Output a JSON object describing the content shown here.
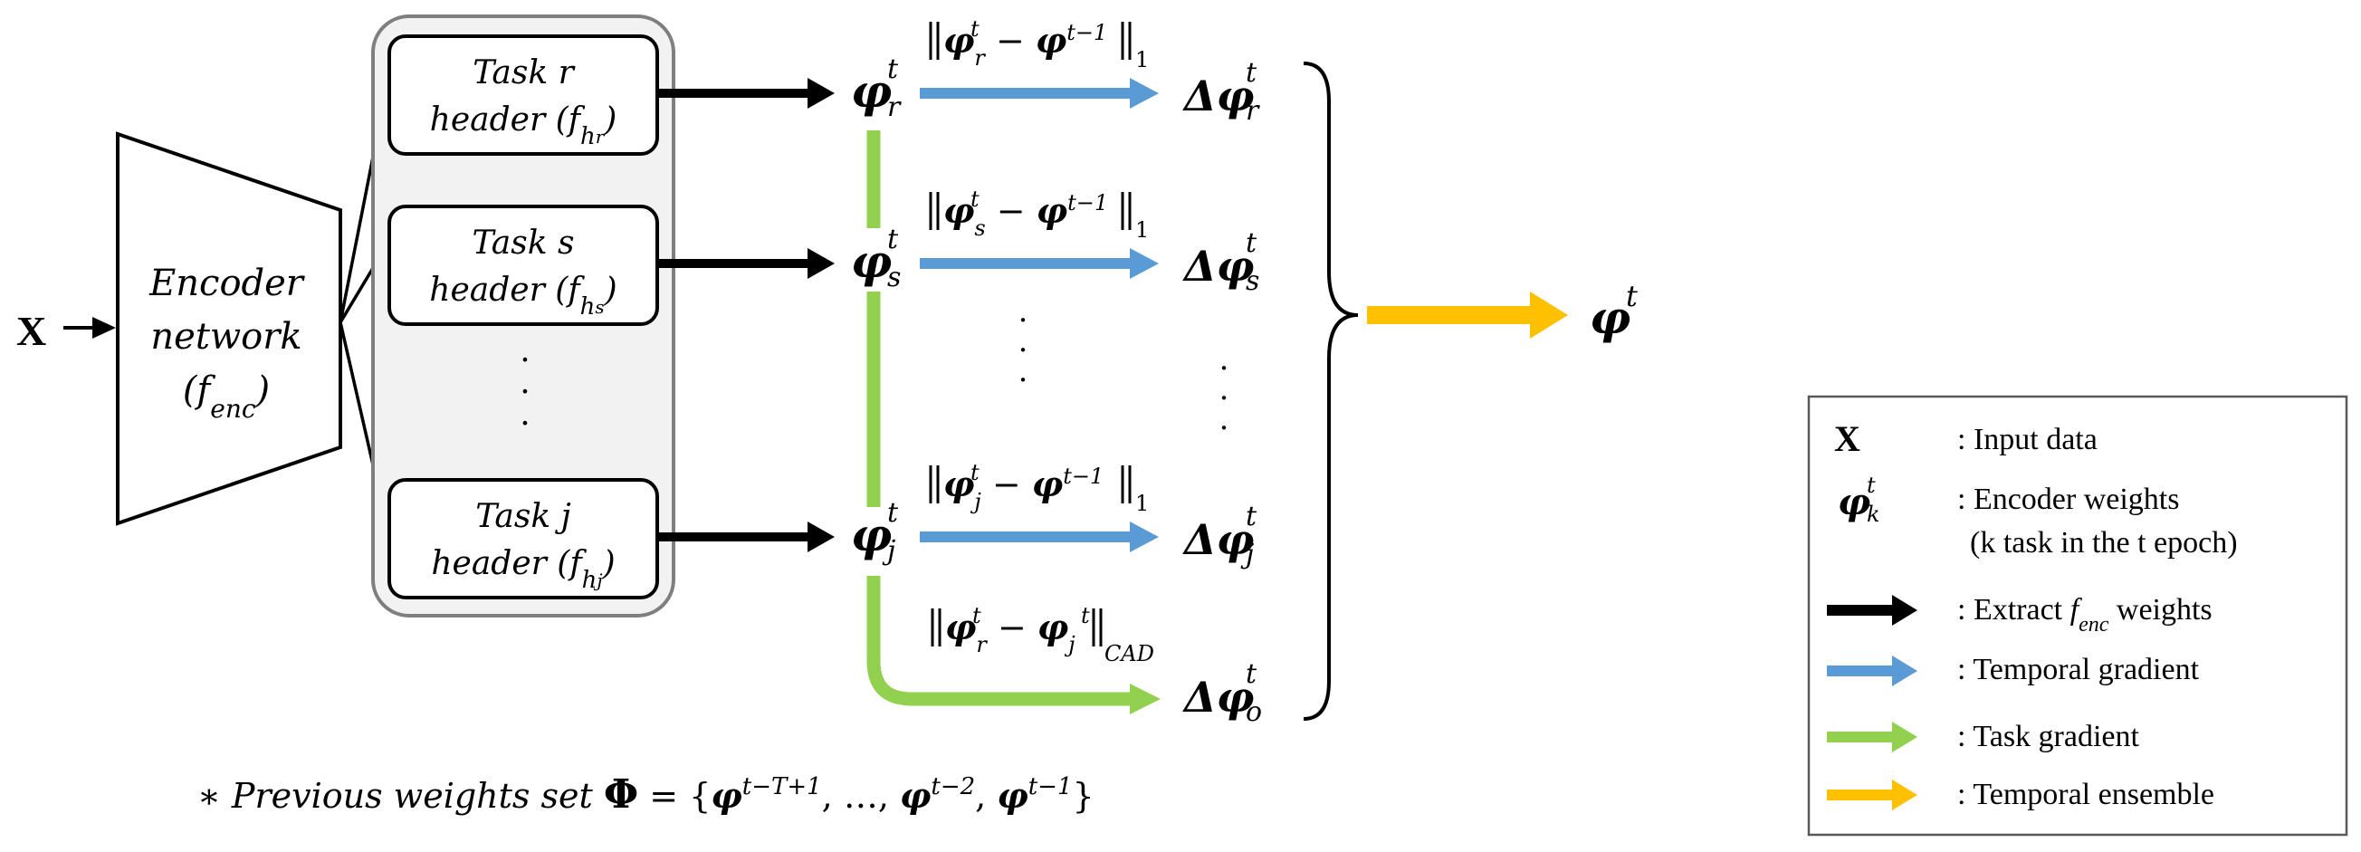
{
  "input": {
    "label": "X"
  },
  "encoder": {
    "line1": "Encoder",
    "line2": "network",
    "func_open": "(f",
    "func_sub": "enc",
    "func_close": ")"
  },
  "tasks": [
    {
      "title": "Task r",
      "header": "header (f",
      "sub_h": "h",
      "sub_k": "r",
      "close": ")"
    },
    {
      "title": "Task s",
      "header": "header (f",
      "sub_h": "h",
      "sub_k": "s",
      "close": ")"
    },
    {
      "title": "Task j",
      "header": "header (f",
      "sub_h": "h",
      "sub_k": "j",
      "close": ")"
    }
  ],
  "weights": [
    {
      "symbol": "φ",
      "sub": "r",
      "sup": "t"
    },
    {
      "symbol": "φ",
      "sub": "s",
      "sup": "t"
    },
    {
      "symbol": "φ",
      "sub": "j",
      "sup": "t"
    }
  ],
  "temporal_norms": [
    {
      "a": "φ",
      "a_sub": "r",
      "a_sup": "t",
      "minus": " − ",
      "b": "φ",
      "b_sup": "t−1",
      "norm_sub": "1"
    },
    {
      "a": "φ",
      "a_sub": "s",
      "a_sup": "t",
      "minus": " − ",
      "b": "φ",
      "b_sup": "t−1",
      "norm_sub": "1"
    },
    {
      "a": "φ",
      "a_sub": "j",
      "a_sup": "t",
      "minus": " − ",
      "b": "φ",
      "b_sup": "t−1",
      "norm_sub": "1"
    }
  ],
  "task_norm": {
    "a": "φ",
    "a_sub": "r",
    "a_sup": "t",
    "minus": " − ",
    "b": "φ",
    "b_sub": "j",
    "b_sup": "t",
    "norm_sub": "CAD"
  },
  "deltas": [
    {
      "symbol": "Δφ",
      "sub": "r",
      "sup": "t"
    },
    {
      "symbol": "Δφ",
      "sub": "s",
      "sup": "t"
    },
    {
      "symbol": "Δφ",
      "sub": "j",
      "sup": "t"
    },
    {
      "symbol": "Δφ",
      "sub": "o",
      "sup": "t"
    }
  ],
  "output": {
    "symbol": "φ",
    "sup": "t"
  },
  "ellipsis": "·",
  "footnote": {
    "prefix": "∗ Previous weights set ",
    "set_symbol": "Φ",
    "equals": " = {",
    "e1": "φ",
    "e1_sup": "t−T+1",
    "sep1": ",  …, ",
    "e2": "φ",
    "e2_sup": "t−2",
    "sep2": ", ",
    "e3": "φ",
    "e3_sup": "t−1",
    "close": "}"
  },
  "legend": {
    "items": [
      {
        "key": "X",
        "label": ": Input data"
      },
      {
        "key": "φ",
        "key_sub": "k",
        "key_sup": "t",
        "label": ": Encoder weights",
        "label2": "(k task in the t epoch)"
      },
      {
        "label_pre": ": Extract ",
        "label_f": "f",
        "label_sub": "enc",
        "label_post": " weights"
      },
      {
        "label": ": Temporal gradient"
      },
      {
        "label": ": Task gradient"
      },
      {
        "label": ": Temporal ensemble"
      }
    ]
  },
  "colors": {
    "black_arrow": "#000000",
    "temporal_gradient": "#5B9BD5",
    "task_gradient": "#92D050",
    "temporal_ensemble": "#FFC000",
    "task_group_fill": "#F2F2F2",
    "task_group_stroke": "#7F7F7F"
  }
}
